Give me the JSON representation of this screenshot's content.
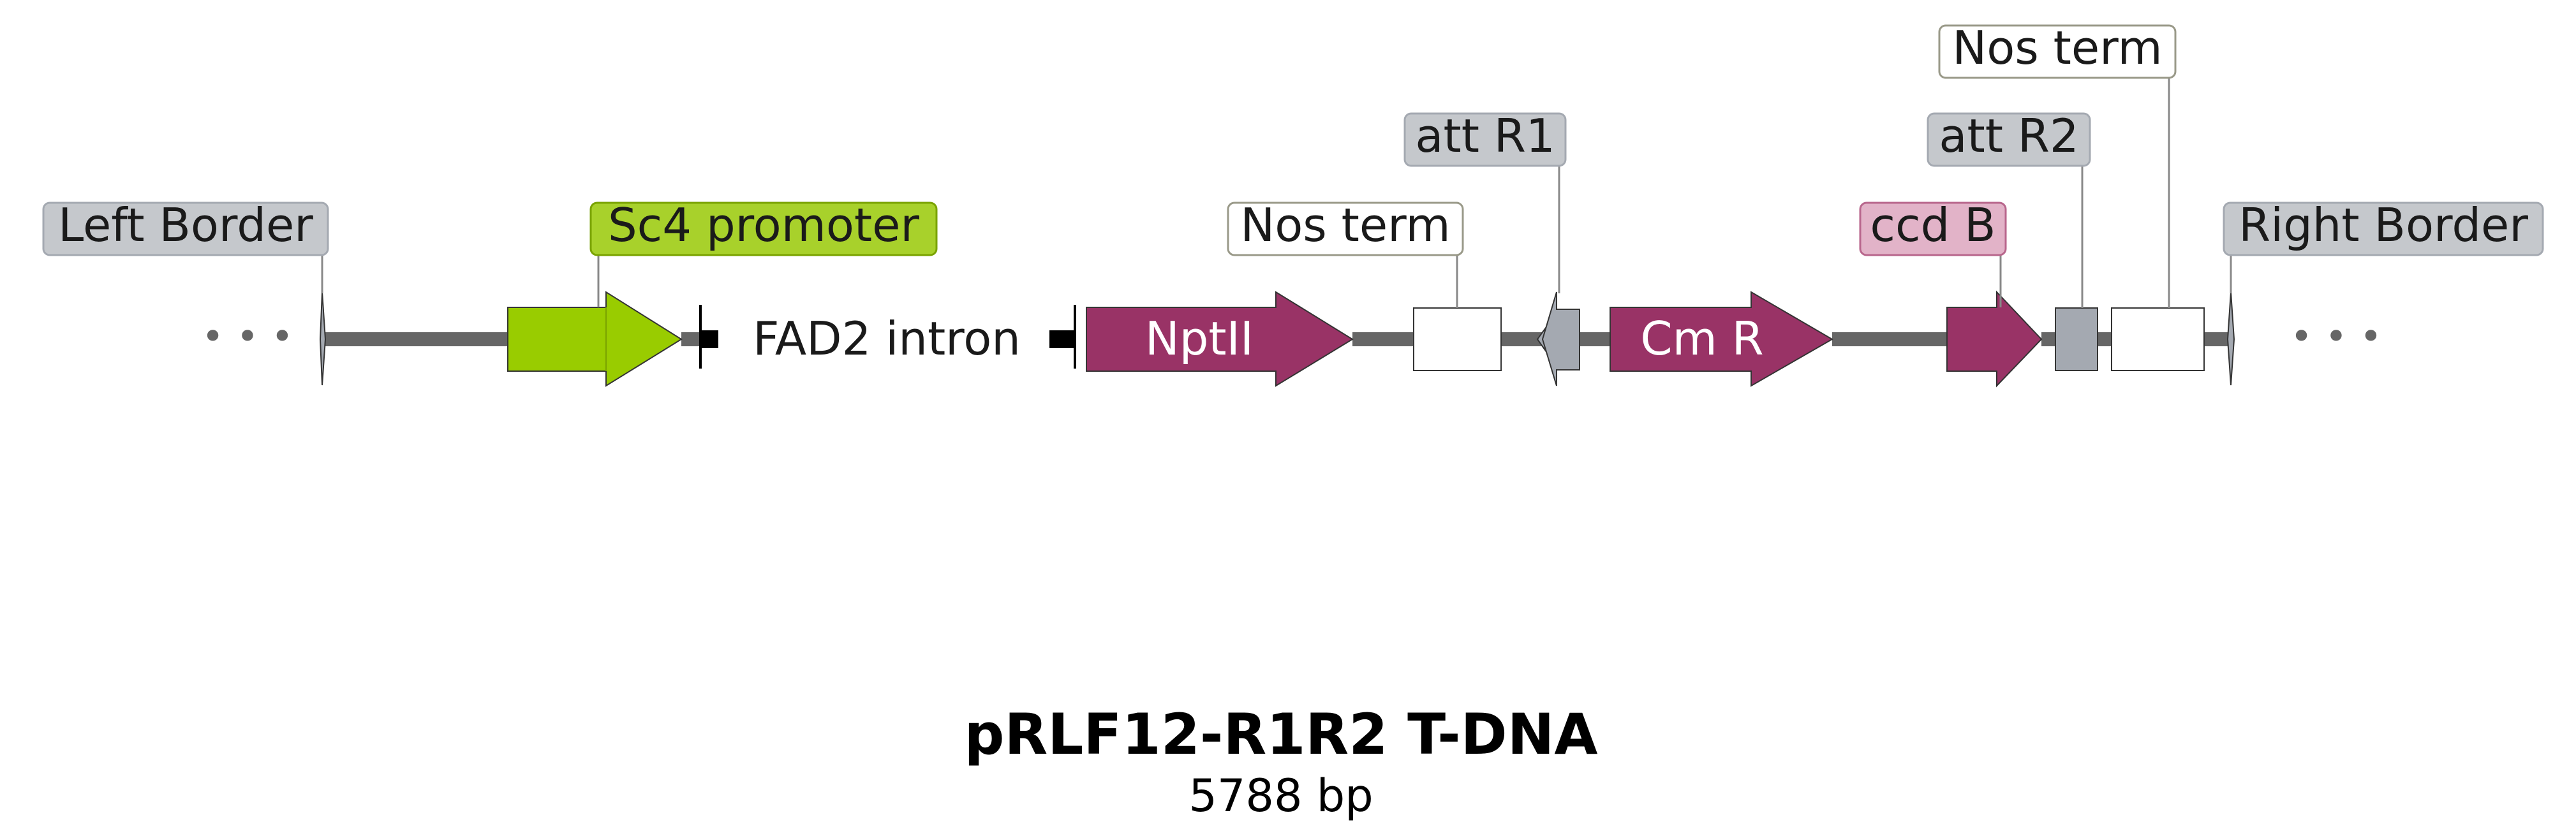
{
  "title": "pRLF12-R1R2 T-DNA",
  "subtitle": "5788 bp",
  "ellipsis": "• • •",
  "colors": {
    "backbone": "#666666",
    "green": "#99cc00",
    "green_light": "#a8d12b",
    "magenta": "#993366",
    "grey_feature": "#a4a9b1",
    "grey_label": "#c5c8cc",
    "pink_label": "#e2b3c8",
    "white": "#ffffff",
    "outline": "#333333"
  },
  "labels": {
    "left_border": "Left Border",
    "sc4_promoter": "Sc4 promoter",
    "fad2_intron": "FAD2 intron",
    "nptii": "NptII",
    "nos_term_1": "Nos term",
    "att_r1": "att R1",
    "cm_r": "Cm R",
    "ccd_b": "ccd B",
    "att_r2": "att R2",
    "nos_term_2": "Nos term",
    "right_border": "Right Border"
  }
}
